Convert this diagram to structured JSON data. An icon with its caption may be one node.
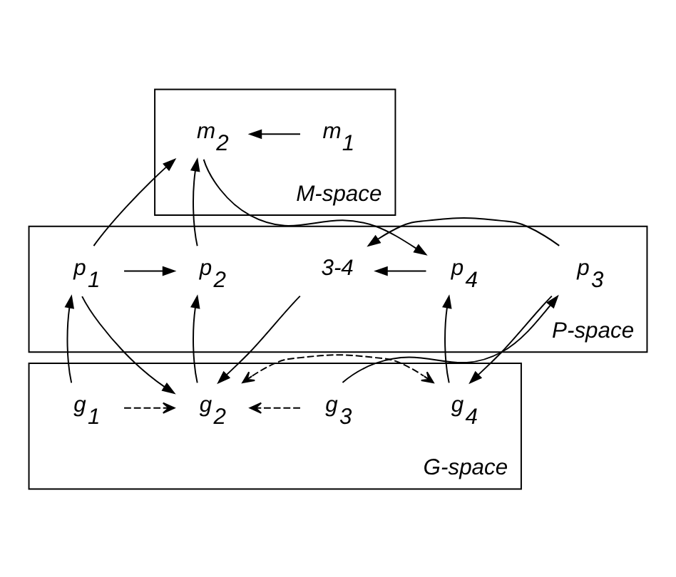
{
  "diagram": {
    "nodes": [
      {
        "text": [
          "M-space"
        ]
      },
      {
        "text": [
          "m$_{1}$"
        ],
        "in": 0
      },
      {
        "text": [
          "m$_{2}$"
        ],
        "in": 0
      },
      {
        "text": [
          "P-space"
        ]
      },
      {
        "text": [
          "p$_{1}$"
        ],
        "in": 3
      },
      {
        "text": [
          "p$_{2}$"
        ],
        "in": 3
      },
      {
        "text": [
          "3-4"
        ],
        "in": 3
      },
      {
        "text": [
          "p$_{3}$"
        ],
        "in": 3
      },
      {
        "text": [
          "p$_{4}$"
        ],
        "in": 3
      },
      {
        "text": [
          "G-space"
        ]
      },
      {
        "text": [
          "g$_{1}$"
        ],
        "in": 9
      },
      {
        "text": [
          "g$_{2}$"
        ],
        "in": 9
      },
      {
        "text": [
          "g$_{3}$"
        ],
        "in": 9
      },
      {
        "text": [
          "g$_{4}$"
        ],
        "in": 9
      }
    ],
    "edges": [
      {
        "from": 1,
        "to": 2,
        "arrow": "to"
      },
      {
        "from": 4,
        "to": 2,
        "arrow": "to"
      },
      {
        "from": 5,
        "to": 2,
        "arrow": "to"
      },
      {
        "from": 2,
        "to": 8,
        "arrow": "to"
      },
      {
        "from": 4,
        "to": 5,
        "arrow": "to"
      },
      {
        "from": 7,
        "to": 6,
        "arrow": "to"
      },
      {
        "from": 8,
        "to": 6,
        "arrow": "to"
      },
      {
        "from": 6,
        "to": 11,
        "arrow": "to"
      },
      {
        "from": 4,
        "to": 11,
        "arrow": "to"
      },
      {
        "from": 11,
        "to": 5,
        "arrow": "to"
      },
      {
        "from": 10,
        "to": 4,
        "arrow": "to"
      },
      {
        "from": 12,
        "to": 7,
        "arrow": "to"
      },
      {
        "from": 7,
        "to": 13,
        "arrow": "to"
      },
      {
        "from": 13,
        "to": 8,
        "arrow": "to"
      },
      {
        "from": 10,
        "to": 11,
        "arrow": "to",
        "style": "dashed"
      },
      {
        "from": 12,
        "to": 11,
        "arrow": "to",
        "style": "dashed"
      },
      {
        "from": 11,
        "to": 13,
        "arrow": "both",
        "style": "dashed"
      }
    ]
  }
}
